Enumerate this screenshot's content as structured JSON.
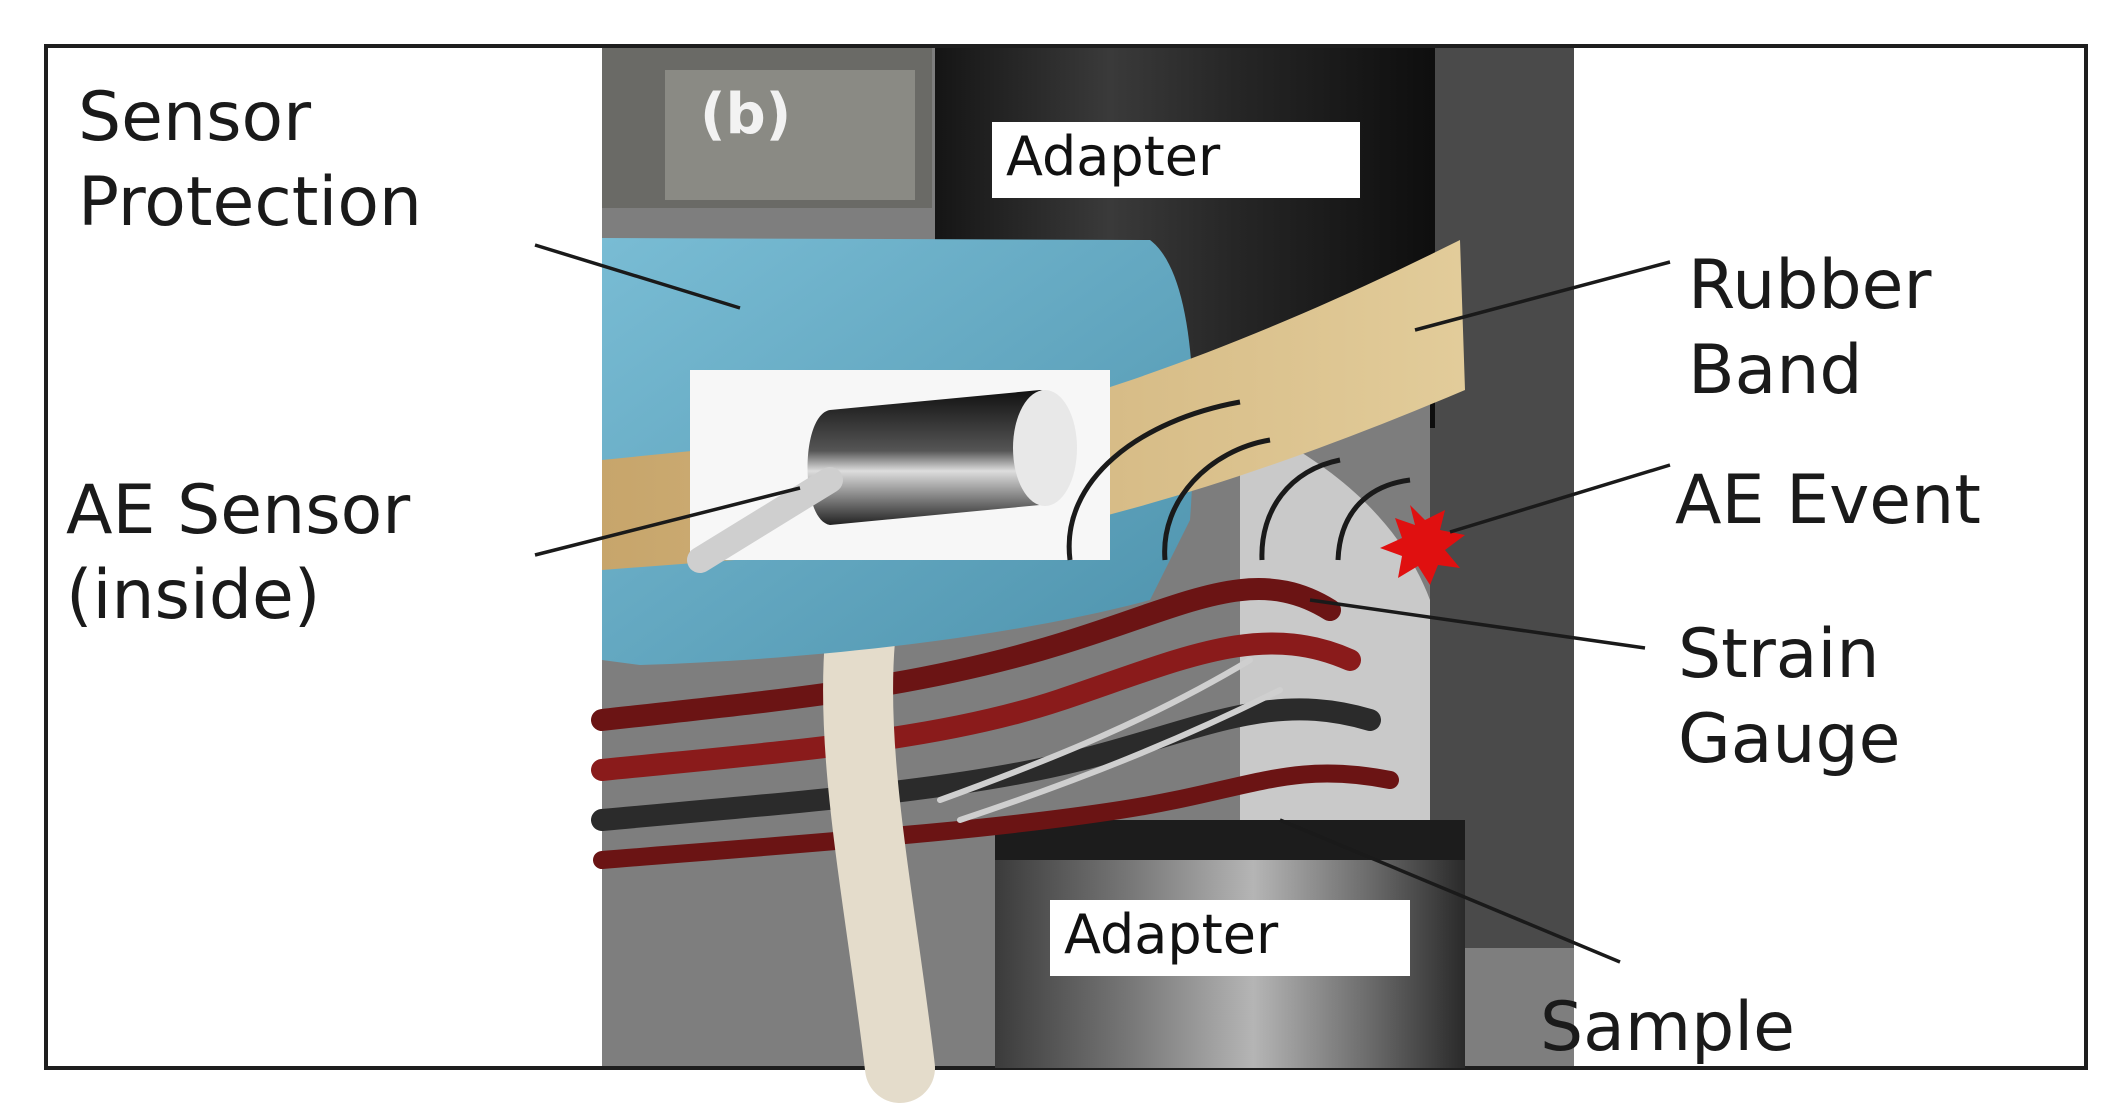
{
  "figure": {
    "panel_label": "(b)",
    "labels": {
      "sensor_protection": [
        "Sensor",
        "Protection"
      ],
      "ae_sensor": [
        "AE Sensor",
        "(inside)"
      ],
      "rubber_band": [
        "Rubber",
        "Band"
      ],
      "ae_event": "AE Event",
      "strain_gauge": [
        "Strain",
        "Gauge"
      ],
      "sample": "Sample"
    },
    "tags": {
      "adapter_top": "Adapter",
      "adapter_bottom": "Adapter"
    },
    "colors": {
      "foam": "#6fb2cc",
      "band": "#d8bf8a",
      "event": "#e01010",
      "metal": "#2a2a2a"
    }
  }
}
